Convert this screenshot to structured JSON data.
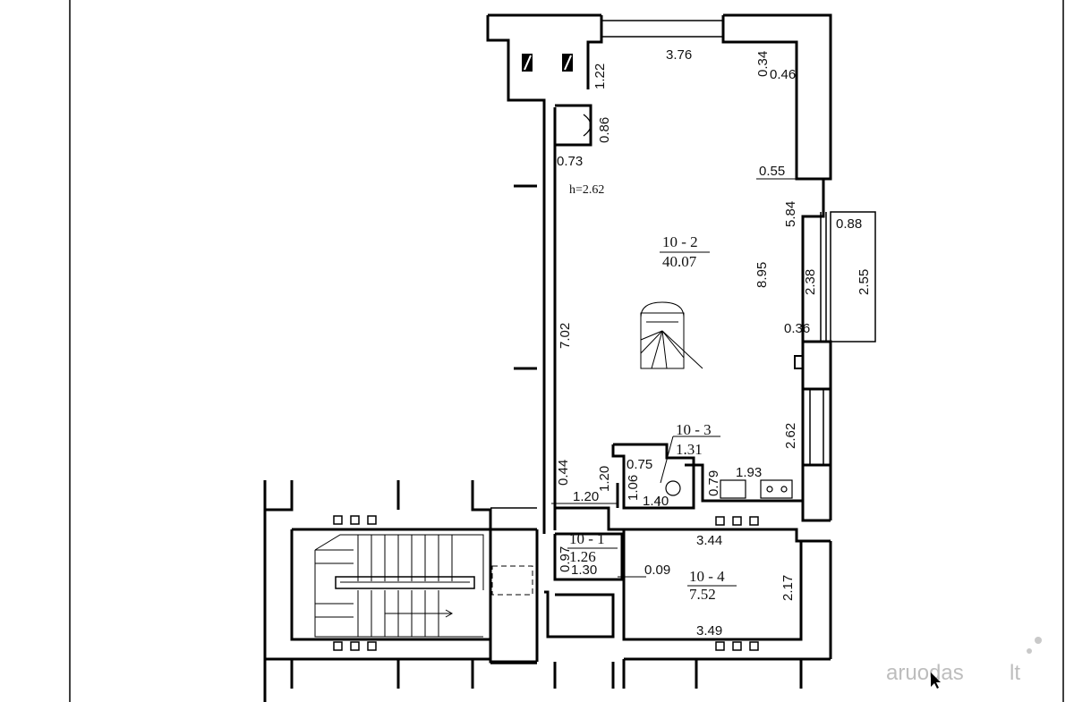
{
  "plan": {
    "rooms": [
      {
        "id": "10-2",
        "label": "10 - 2",
        "area": "40.07"
      },
      {
        "id": "10-3",
        "label": "10 - 3",
        "area": "1.31"
      },
      {
        "id": "10-1",
        "label": "10 - 1",
        "area": "1.26"
      },
      {
        "id": "10-4",
        "label": "10 - 4",
        "area": "7.52"
      }
    ],
    "height_note": "h=2.62",
    "dimensions": [
      "3.76",
      "0.34",
      "0.46",
      "1.22",
      "0.86",
      "0.73",
      "0.55",
      "5.84",
      "0.88",
      "8.95",
      "2.38",
      "2.55",
      "7.02",
      "0.36",
      "2.62",
      "0.44",
      "1.20",
      "0.75",
      "1.20",
      "1.06",
      "1.40",
      "0.79",
      "1.93",
      "0.97",
      "1.30",
      "3.44",
      "0.09",
      "2.17",
      "3.49"
    ]
  },
  "watermark": {
    "brand": "aruodas",
    "suffix": "lt"
  }
}
